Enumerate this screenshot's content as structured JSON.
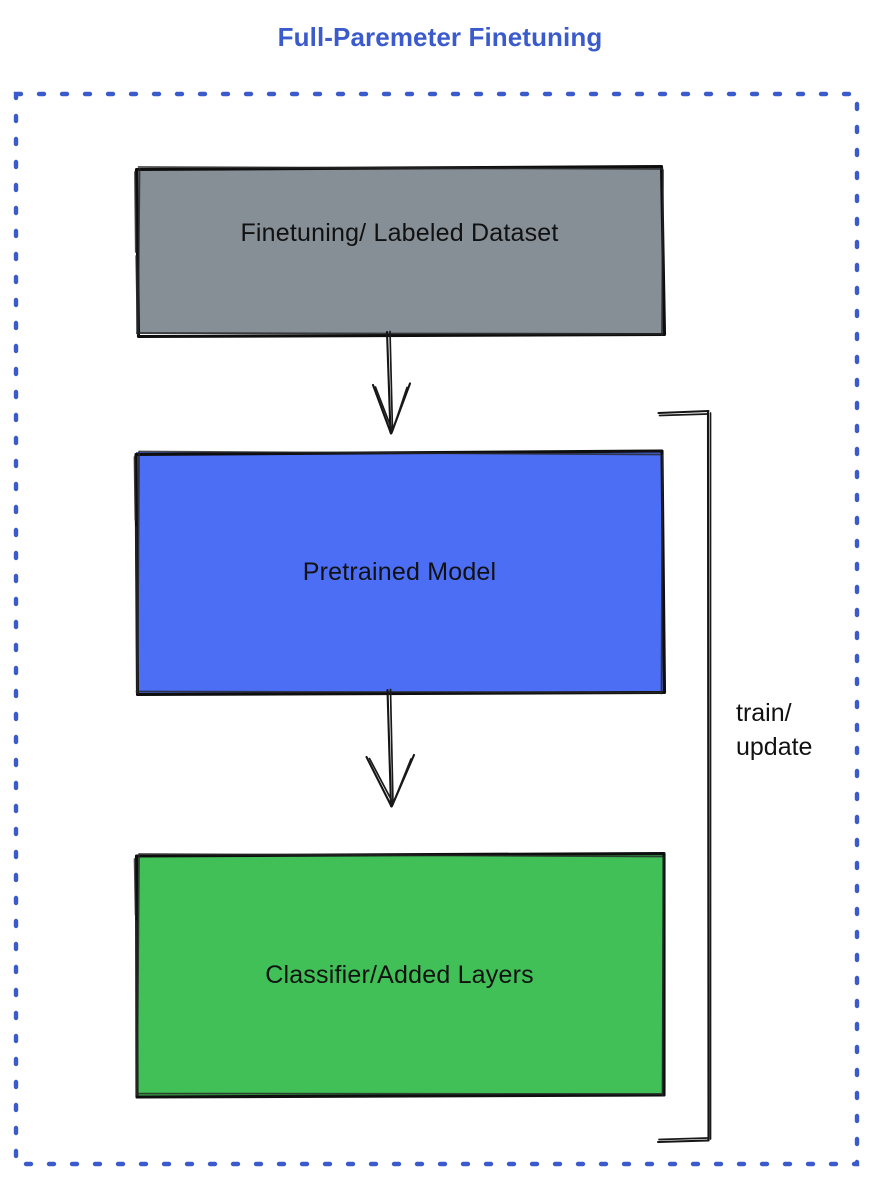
{
  "page": {
    "title": "Full-Paremeter Finetuning",
    "background_color": "#ffffff"
  },
  "colors": {
    "title_blue": "#3b5bcc",
    "frame_dashed_blue": "#3b5bcc",
    "dataset_gray": "#868e96",
    "model_blue": "#4c6ef5",
    "classifier_green": "#40c057",
    "stroke_black": "#151515",
    "text_black": "#111111"
  },
  "frame": {
    "name": "full-parameter-finetuning-boundary",
    "style": "dashed",
    "color": "#3b5bcc"
  },
  "diagram": {
    "type": "flowchart",
    "orientation": "top-to-bottom",
    "nodes": [
      {
        "id": "dataset",
        "label": "Finetuning/ Labeled Dataset",
        "fill": "#868e96",
        "shape": "rectangle"
      },
      {
        "id": "pretrained_model",
        "label": "Pretrained Model",
        "fill": "#4c6ef5",
        "shape": "rectangle"
      },
      {
        "id": "classifier",
        "label": "Classifier/Added Layers",
        "fill": "#40c057",
        "shape": "rectangle"
      }
    ],
    "edges": [
      {
        "id": "dataset-to-model",
        "from": "dataset",
        "to": "pretrained_model",
        "label": "",
        "style": "arrow-down"
      },
      {
        "id": "model-to-classifier",
        "from": "pretrained_model",
        "to": "classifier",
        "label": "",
        "style": "arrow-down"
      },
      {
        "id": "train-update-loop",
        "from": "classifier",
        "to": "pretrained_model",
        "label_line1": "train/",
        "label_line2": "update",
        "style": "bracket-right"
      }
    ]
  },
  "labels": {
    "loop_line1": "train/",
    "loop_line2": "update"
  }
}
